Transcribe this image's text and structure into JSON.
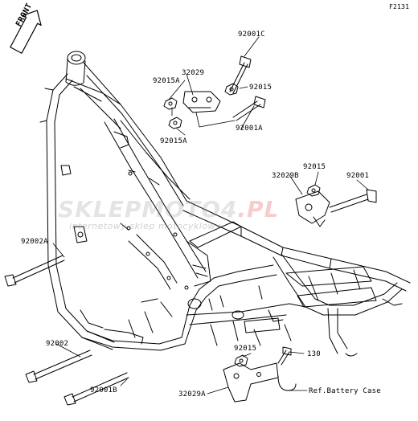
{
  "figure_code": "F2131",
  "front_marker": "FRONT",
  "watermark": {
    "main": "SKLEPMOTO4",
    "suffix": ".PL",
    "subtitle": "internetowy sklep motocyklowy"
  },
  "colors": {
    "line": "#000000",
    "watermark_gray": "#8a8a8a",
    "watermark_red": "#e01b1b"
  },
  "part_labels": {
    "p1": "92001C",
    "p2": "32029",
    "p3": "92015A",
    "p4": "92015",
    "p5": "92001A",
    "p6": "92015A",
    "p7": "32029B",
    "p8": "92015",
    "p9": "92001",
    "p10": "92002A",
    "p11": "92002",
    "p12": "92001B",
    "p13": "92015",
    "p14": "130",
    "p15": "Ref.Battery Case",
    "p16": "32029A"
  }
}
